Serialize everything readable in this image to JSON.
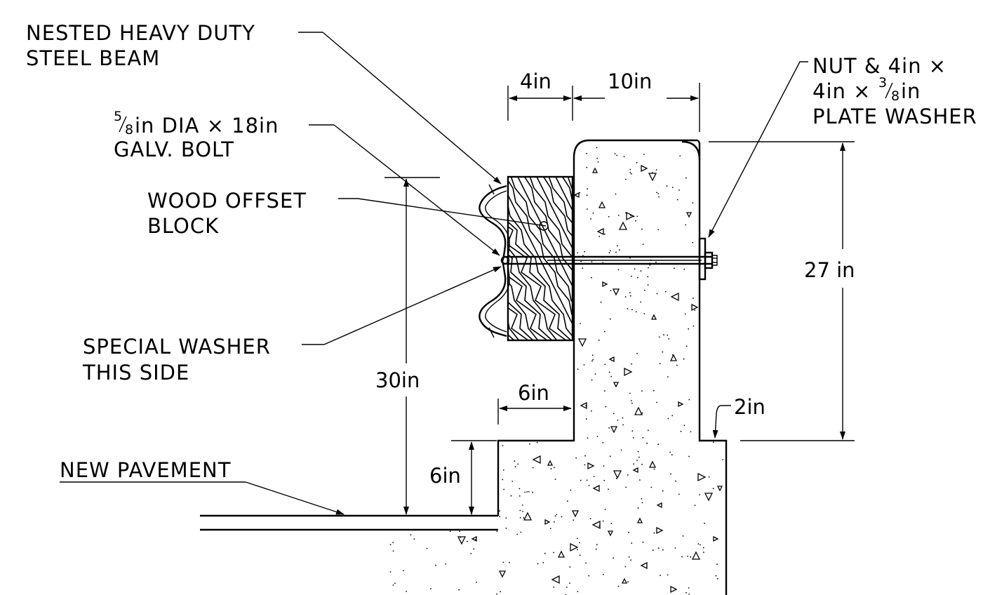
{
  "labels": {
    "beam": [
      "NESTED HEAVY DUTY",
      "STEEL BEAM"
    ],
    "bolt": {
      "fraction_num": "5",
      "fraction_den": "8",
      "line1_rest": "in DIA × 18in",
      "line2": "GALV. BOLT"
    },
    "block": [
      "WOOD OFFSET",
      "BLOCK"
    ],
    "washer": [
      "SPECIAL WASHER",
      "THIS SIDE"
    ],
    "pavement": "NEW PAVEMENT",
    "nut": {
      "line1": "NUT & 4in ×",
      "line2_pre": "4in ×",
      "fraction_num": "3",
      "fraction_den": "8",
      "line2_post": "in",
      "line3": "PLATE WASHER"
    }
  },
  "dimensions": {
    "block_width": "4in",
    "barrier_top_width": "10in",
    "post_height": "30in",
    "barrier_height": "27 in",
    "step_width": "6in",
    "step_height": "6in",
    "right_offset": "2in"
  }
}
